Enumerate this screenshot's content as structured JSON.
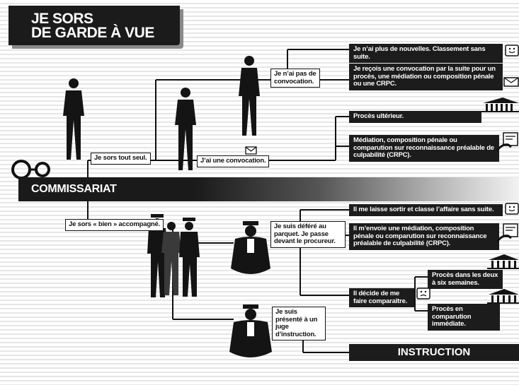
{
  "title": {
    "line1": "JE SORS",
    "line2": "DE GARDE À VUE"
  },
  "commissariat": "COMMISSARIAT",
  "instruction": "INSTRUCTION",
  "alone": {
    "label": "Je sors tout seul.",
    "no_convocation": "Je n’ai pas de convocation.",
    "convocation": "J’ai une convocation.",
    "outcomes": {
      "no_news": "Je n’ai plus de nouvelles. Classement sans suite.",
      "receive_convocation": "Je reçois une convocation par la suite pour un procès, une médiation ou composition pénale ou une CRPC.",
      "later_trial": "Procès ultérieur.",
      "mediation_crpc": "Médiation, composition pénale ou comparution sur reconnaissance préalable de culpabilité (CRPC)."
    }
  },
  "escorted": {
    "label": "Je sors « bien » accompagné.",
    "prosecutor": "Je suis déféré au parquet. Je passe devant le procureur.",
    "judge": "Je suis présenté à un juge d’instruction.",
    "outcomes": {
      "release": "Il me laisse sortir et classe l’affaire sans suite.",
      "mediation": "Il m’envoie une médiation, composition pénale ou comparution sur reconnaissance préalable de culpabilité (CRPC).",
      "appear": "Il décide de me faire comparaître.",
      "trial_2_6_weeks": "Procès dans les deux à six semaines.",
      "immediate_trial": "Procès en comparution immédiate."
    }
  },
  "icons": {
    "smiley": "smiley-icon",
    "envelope": "envelope-icon",
    "courthouse": "courthouse-icon",
    "handwriting": "handwriting-icon",
    "worried": "worried-face-icon",
    "handcuffs": "handcuffs-icon"
  }
}
